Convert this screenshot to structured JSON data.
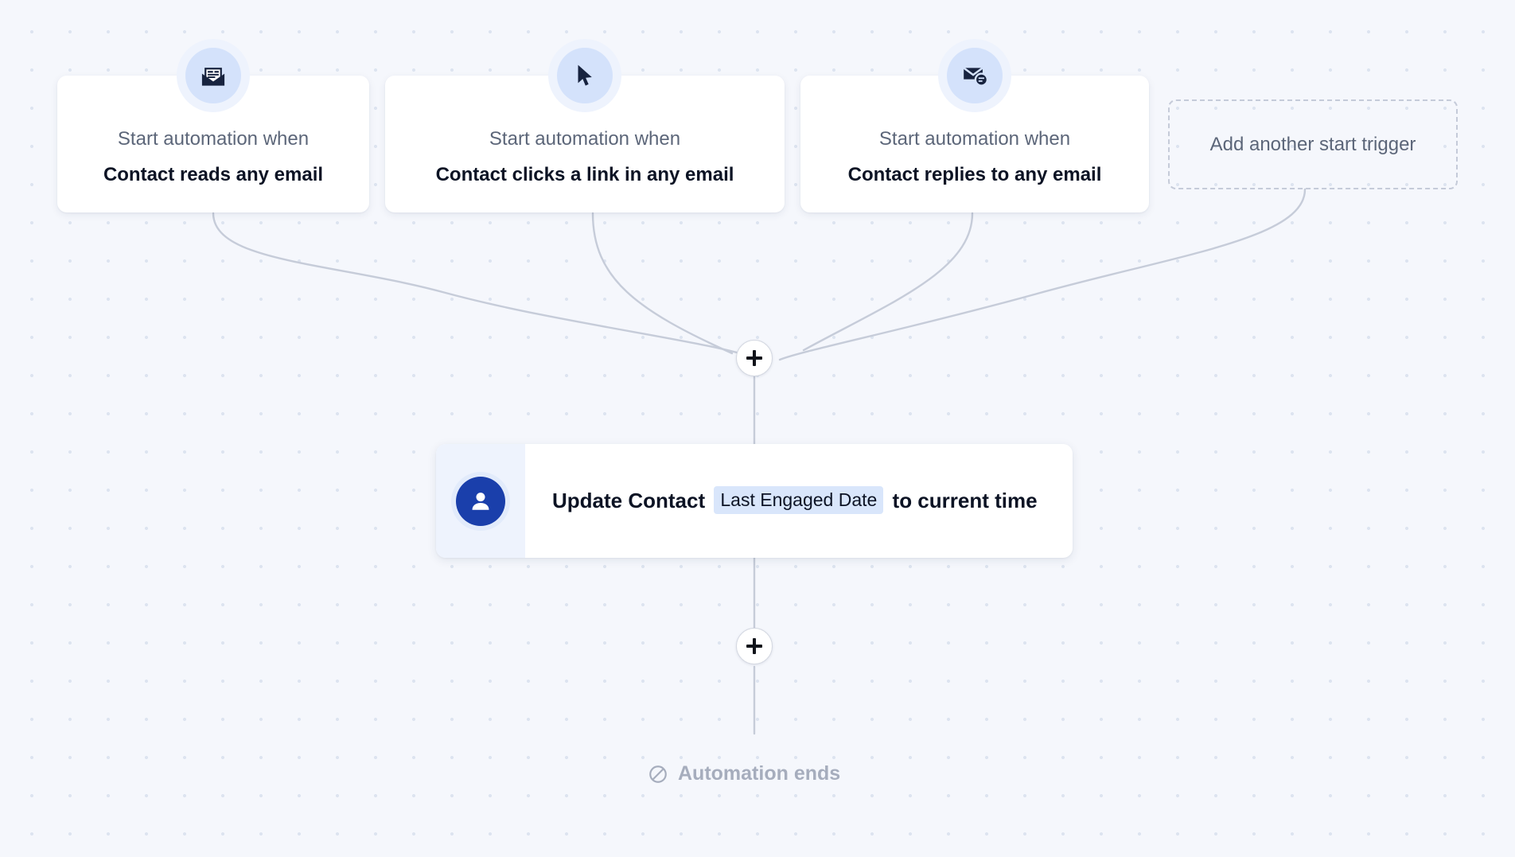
{
  "canvas": {
    "background_color": "#f5f7fc",
    "dot_color": "#dde4f0",
    "connector_color": "#c6ccd9"
  },
  "triggers": [
    {
      "icon": "open-envelope-read-icon",
      "subtitle": "Start automation when",
      "title": "Contact reads any email"
    },
    {
      "icon": "cursor-pointer-icon",
      "subtitle": "Start automation when",
      "title": "Contact clicks a link in any email"
    },
    {
      "icon": "envelope-reply-icon",
      "subtitle": "Start automation when",
      "title": "Contact replies to any email"
    }
  ],
  "add_trigger": {
    "label": "Add another start trigger",
    "icon": "dashed-placeholder"
  },
  "plus_buttons": [
    {
      "name": "add-step-after-triggers",
      "label": "+"
    },
    {
      "name": "add-step-after-action",
      "label": "+"
    }
  ],
  "action": {
    "icon": "contact-person-icon",
    "icon_bg_color": "#1a3fab",
    "text_before": "Update Contact",
    "token": "Last Engaged Date",
    "token_bg_color": "#d9e6fb",
    "text_after": "to current time"
  },
  "footer": {
    "icon": "prohibited-circle-slash-icon",
    "label": "Automation ends",
    "color": "#a6adbd"
  }
}
